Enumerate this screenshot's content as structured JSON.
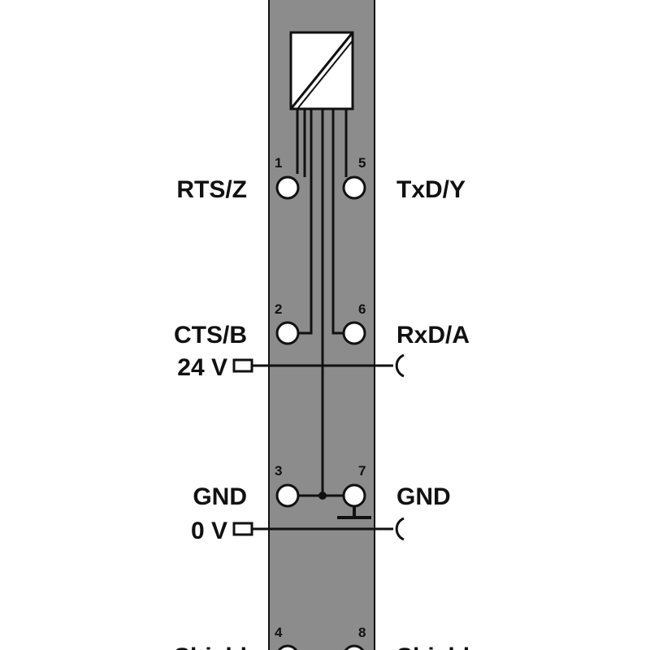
{
  "colors": {
    "module_fill": "#8c8c8c",
    "line": "#111111",
    "background": "#ffffff"
  },
  "icons": {
    "converter": "signal-converter-icon",
    "ground": "ground-symbol-icon"
  },
  "terminals": {
    "t1": {
      "number": "1",
      "label": "RTS/Z"
    },
    "t2": {
      "number": "2",
      "label": "CTS/B"
    },
    "t3": {
      "number": "3",
      "label": "GND"
    },
    "t4": {
      "number": "4",
      "label": "Shield"
    },
    "t5": {
      "number": "5",
      "label": "TxD/Y"
    },
    "t6": {
      "number": "6",
      "label": "RxD/A"
    },
    "t7": {
      "number": "7",
      "label": "GND"
    },
    "t8": {
      "number": "8",
      "label": "Shield"
    }
  },
  "power": {
    "supply_24v": "24 V",
    "supply_0v": "0 V"
  }
}
